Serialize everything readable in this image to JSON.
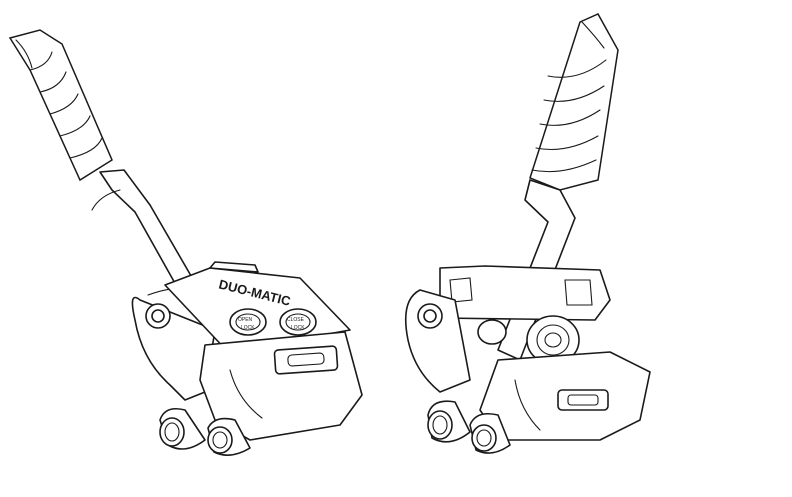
{
  "left_view": {
    "brand_label": "DUO-MATIC",
    "dial_1_label": "OPEN",
    "dial_2_label": "CLOSE",
    "dial_1_sub": "LOCK",
    "dial_2_sub": "LOCK"
  },
  "colors": {
    "line": "#1a1a1a",
    "background": "#ffffff"
  }
}
